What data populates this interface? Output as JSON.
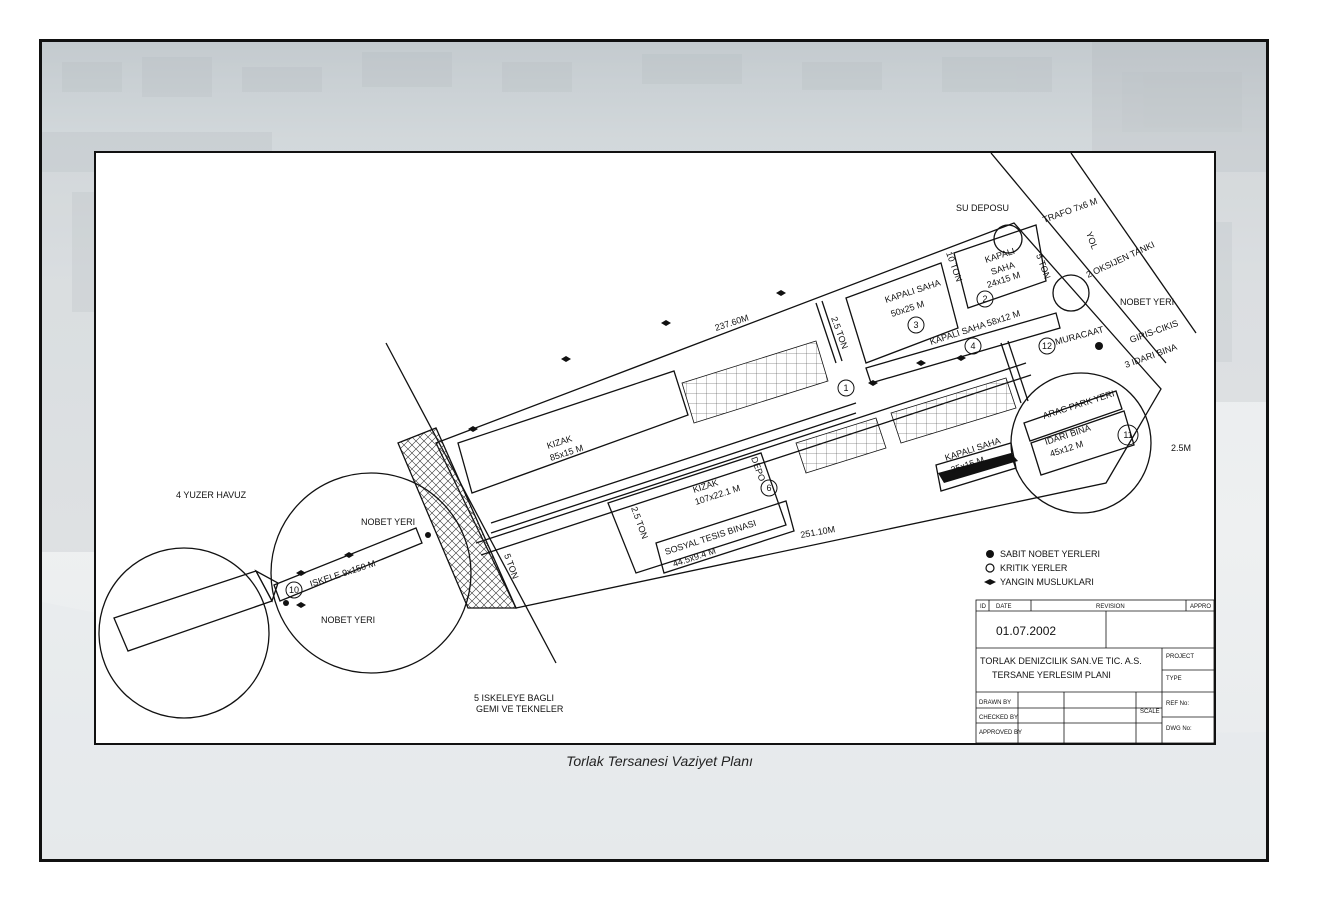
{
  "caption": "Torlak Tersanesi Vaziyet Planı",
  "labels": {
    "su_deposu": "SU DEPOSU",
    "trafo": "TRAFO 7x6 M",
    "yol": "YOL",
    "oksijen_tanki": "2 OKSIJEN TANKI",
    "nobet_yeri_top": "NOBET YERI",
    "giris_cikis": "GIRIS-CIKIS",
    "idari_bina_top": "3 IDARI BINA",
    "muracaat": "MURACAAT",
    "kapali_saha_3": "KAPALI SAHA",
    "kapali_saha_3_dim": "50x25 M",
    "kapali_saha_2_a": "KAPALI",
    "kapali_saha_2_b": "SAHA",
    "kapali_saha_2_dim": "24x15 M",
    "kapali_saha_4": "KAPALI SAHA 58x12 M",
    "len_237": "237.60M",
    "len_251": "251.10M",
    "kizak_1": "KIZAK",
    "kizak_1_dim": "85x15 M",
    "kizak_2": "KIZAK",
    "kizak_2_dim": "107x22.1 M",
    "depo": "DEPO",
    "sosyal_tesis": "SOSYAL TESIS BINASI",
    "sosyal_tesis_dim": "44.5x9.4 M",
    "arac_park": "ARAC PARK YERI",
    "idari_bina": "IDARI BINA",
    "idari_bina_dim": "45x12 M",
    "kapali_saha_5": "KAPALI SAHA",
    "kapali_saha_5_dim": "35x15 M",
    "dim_2_5m": "2.5M",
    "yuzer_havuz": "4 YUZER HAVUZ",
    "nobet_yeri_mid": "NOBET YERI",
    "nobet_yeri_low": "NOBET YERI",
    "iskele": "ISKELE 9x150 M",
    "iskeleye_bagli_1": "5 ISKELEYE BAGLI",
    "iskeleye_bagli_2": "GEMI VE TEKNELER",
    "ton_1": "2.5 TON",
    "ton_2": "10 TON",
    "ton_3": "5 TON",
    "ton_4": "2.5 TON",
    "ton_5": "5 TON",
    "num_1": "1",
    "num_2": "2",
    "num_3": "3",
    "num_4": "4",
    "num_6": "6",
    "num_11": "11",
    "num_12": "12",
    "num_10": "10"
  },
  "legend": {
    "sabit": "SABIT NOBET YERLERI",
    "kritik": "KRITIK YERLER",
    "yangin": "YANGIN MUSLUKLARI"
  },
  "titleblock": {
    "id": "ID",
    "date": "DATE",
    "revision": "REVISION",
    "approved": "APPRO",
    "date_value": "01.07.2002",
    "company": "TORLAK DENIZCILIK SAN.VE TIC. A.S.",
    "plan_title": "TERSANE YERLESIM PLANI",
    "project": "PROJECT",
    "type": "TYPE",
    "scale": "SCALE",
    "ref_no": "REF No:",
    "dwg_no": "DWG No:",
    "drawn_by": "DRAWN BY",
    "checked_by": "CHECKED BY",
    "approved_by": "APPROVED BY"
  },
  "colors": {
    "ink": "#111111",
    "frame": "#111111"
  }
}
